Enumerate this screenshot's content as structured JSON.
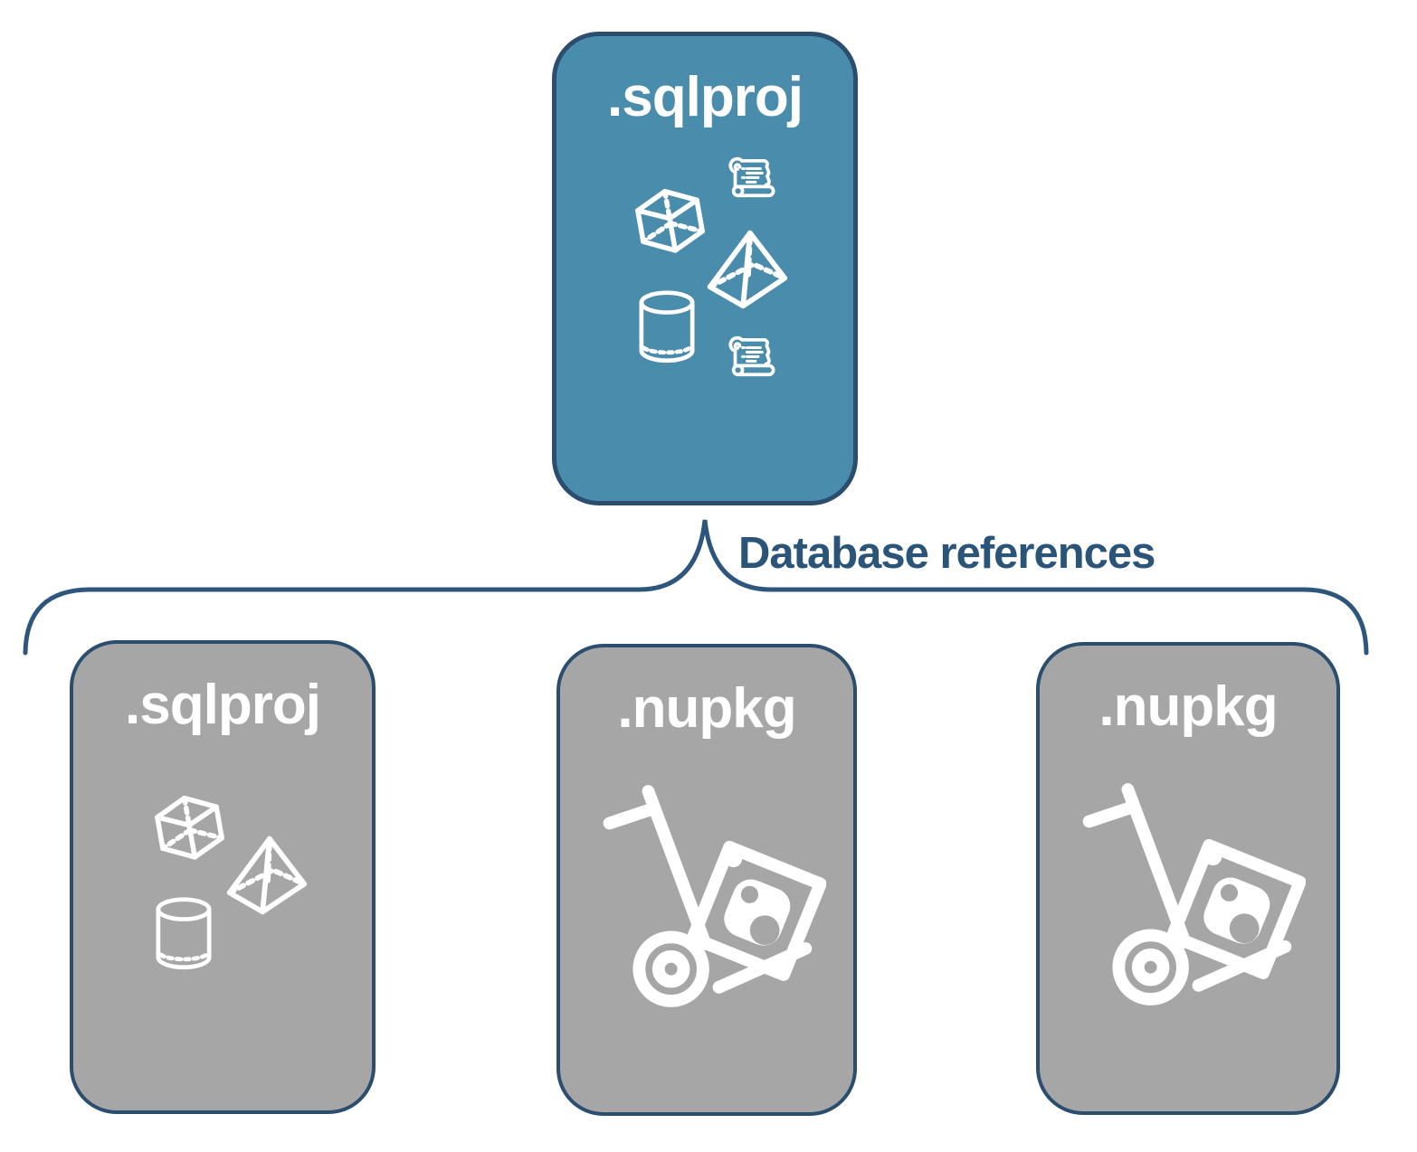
{
  "diagram": {
    "connector": {
      "label": "Database references"
    },
    "boxes": {
      "top": {
        "title": ".sqlproj",
        "icons": [
          "cube-icon",
          "scroll-icon",
          "pyramid-icon",
          "cylinder-icon",
          "scroll-icon"
        ]
      },
      "left": {
        "title": ".sqlproj",
        "icons": [
          "cube-icon",
          "pyramid-icon",
          "cylinder-icon"
        ]
      },
      "middle": {
        "title": ".nupkg",
        "icons": [
          "nuget-trolley-icon"
        ]
      },
      "right": {
        "title": ".nupkg",
        "icons": [
          "nuget-trolley-icon"
        ]
      }
    }
  },
  "colors": {
    "accent": "#4a8cab",
    "border": "#2b4d6e",
    "gray": "#a6a6a6",
    "connector": "#2e567d",
    "label_text": "#2a5478",
    "icon": "#ffffff",
    "bg": "#ffffff"
  }
}
